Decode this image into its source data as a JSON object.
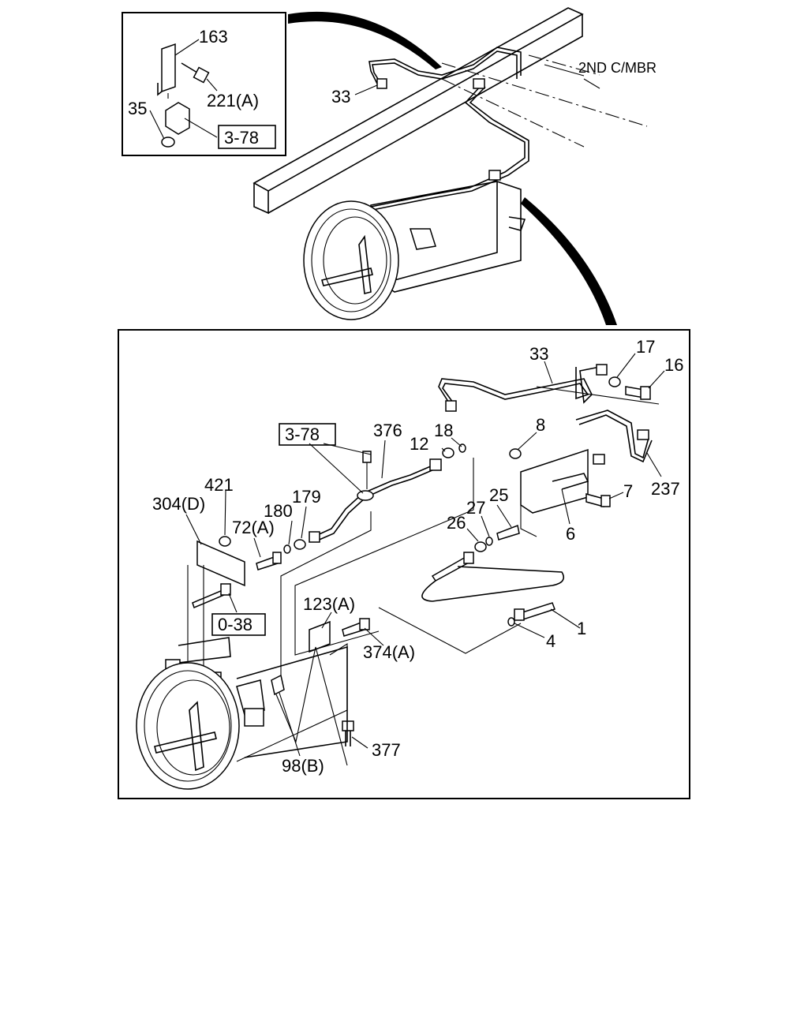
{
  "inset_labels": {
    "part_163": "163",
    "part_221a": "221(A)",
    "part_35": "35",
    "ref_3_78": "3-78"
  },
  "overview_labels": {
    "part_33": "33",
    "crossmember": "2ND C/MBR"
  },
  "detail_labels": {
    "part_33": "33",
    "part_17": "17",
    "part_16": "16",
    "ref_3_78": "3-78",
    "part_376": "376",
    "part_12": "12",
    "part_18": "18",
    "part_8": "8",
    "part_421": "421",
    "part_304d": "304(D)",
    "part_180": "180",
    "part_179": "179",
    "part_72a": "72(A)",
    "part_27": "27",
    "part_25": "25",
    "part_26": "26",
    "part_7": "7",
    "part_237": "237",
    "part_6": "6",
    "ref_0_38": "0-38",
    "part_123a": "123(A)",
    "part_1": "1",
    "part_374a": "374(A)",
    "part_4": "4",
    "part_377": "377",
    "part_98b": "98(B)"
  }
}
